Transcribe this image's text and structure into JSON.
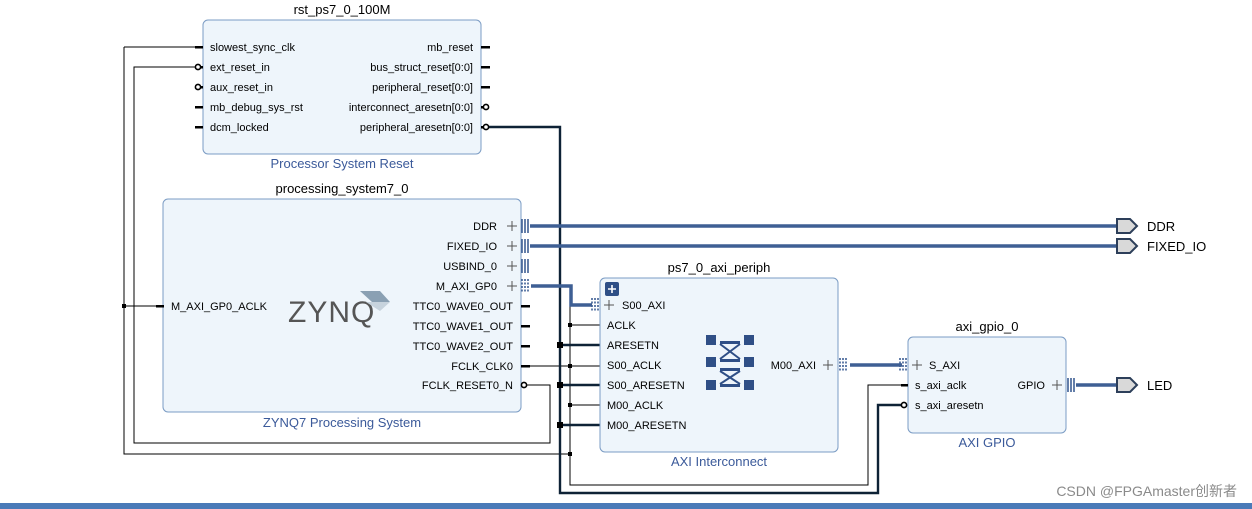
{
  "blocks": {
    "rst": {
      "instance": "rst_ps7_0_100M",
      "subtitle": "Processor System Reset",
      "left_ports": [
        "slowest_sync_clk",
        "ext_reset_in",
        "aux_reset_in",
        "mb_debug_sys_rst",
        "dcm_locked"
      ],
      "right_ports": [
        "mb_reset",
        "bus_struct_reset[0:0]",
        "peripheral_reset[0:0]",
        "interconnect_aresetn[0:0]",
        "peripheral_aresetn[0:0]"
      ]
    },
    "ps7": {
      "instance": "processing_system7_0",
      "subtitle": "ZYNQ7 Processing System",
      "logo": "ZYNQ",
      "left_ports": [
        "M_AXI_GP0_ACLK"
      ],
      "right_ports": [
        "DDR",
        "FIXED_IO",
        "USBIND_0",
        "M_AXI_GP0",
        "TTC0_WAVE0_OUT",
        "TTC0_WAVE1_OUT",
        "TTC0_WAVE2_OUT",
        "FCLK_CLK0",
        "FCLK_RESET0_N"
      ]
    },
    "periph": {
      "instance": "ps7_0_axi_periph",
      "subtitle": "AXI Interconnect",
      "left_ports": [
        "S00_AXI",
        "ACLK",
        "ARESETN",
        "S00_ACLK",
        "S00_ARESETN",
        "M00_ACLK",
        "M00_ARESETN"
      ],
      "right_ports": [
        "M00_AXI"
      ]
    },
    "gpio": {
      "instance": "axi_gpio_0",
      "subtitle": "AXI GPIO",
      "left_ports": [
        "S_AXI",
        "s_axi_aclk",
        "s_axi_aresetn"
      ],
      "right_ports": [
        "GPIO"
      ]
    }
  },
  "external_ports": [
    "DDR",
    "FIXED_IO",
    "LED"
  ],
  "watermark": "CSDN @FPGAmaster创新者",
  "colors": {
    "block_fill": "#eef5fb",
    "block_border": "#7b9cc4",
    "wire": "#000000",
    "highlight_wire": "#0e2236",
    "bus": "#3e5f94",
    "subtitle": "#3b5a9a",
    "port_shape": "#d9d9d9",
    "bottom_bar": "#4a7ab8"
  }
}
